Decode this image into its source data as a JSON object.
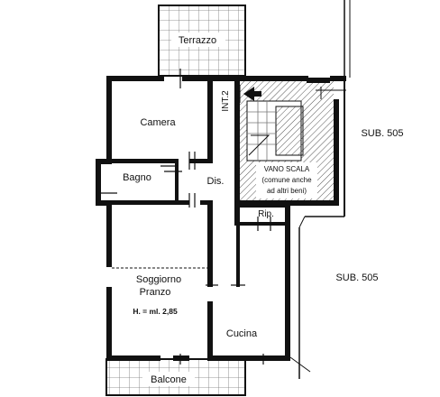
{
  "rooms": {
    "terrazzo": "Terrazzo",
    "camera": "Camera",
    "bagno": "Bagno",
    "dis": "Dis.",
    "soggiorno_line1": "Soggiorno",
    "soggiorno_line2": "Pranzo",
    "height_note": "H. = ml. 2,85",
    "cucina": "Cucina",
    "rip": "Rip.",
    "balcone": "Balcone"
  },
  "stair": {
    "line1": "VANO SCALA",
    "line2": "(comune anche",
    "line3": "ad altri beni)"
  },
  "labels": {
    "int": "INT.2",
    "sub_top": "SUB. 505",
    "sub_bottom": "SUB. 505"
  },
  "colors": {
    "ink": "#111111",
    "hatch": "#555555",
    "grid": "#777777"
  },
  "icons": [
    "entrance-arrow-icon"
  ]
}
